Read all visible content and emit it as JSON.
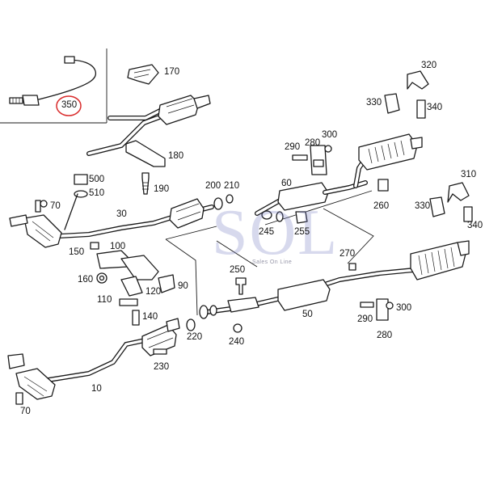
{
  "watermark": {
    "brand": "SOL",
    "tagline": "Sales On Line",
    "color": "#6e78be"
  },
  "highlight_color": "#d92b2b",
  "callouts": [
    {
      "id": "350",
      "label": "350",
      "highlighted": true
    },
    {
      "id": "170",
      "label": "170"
    },
    {
      "id": "180",
      "label": "180"
    },
    {
      "id": "190",
      "label": "190"
    },
    {
      "id": "500",
      "label": "500"
    },
    {
      "id": "510",
      "label": "510"
    },
    {
      "id": "70a",
      "label": "70"
    },
    {
      "id": "30",
      "label": "30"
    },
    {
      "id": "150",
      "label": "150"
    },
    {
      "id": "100",
      "label": "100"
    },
    {
      "id": "160",
      "label": "160"
    },
    {
      "id": "120",
      "label": "120"
    },
    {
      "id": "90",
      "label": "90"
    },
    {
      "id": "110",
      "label": "110"
    },
    {
      "id": "140",
      "label": "140"
    },
    {
      "id": "200",
      "label": "200"
    },
    {
      "id": "210",
      "label": "210"
    },
    {
      "id": "60",
      "label": "60"
    },
    {
      "id": "245",
      "label": "245"
    },
    {
      "id": "255",
      "label": "255"
    },
    {
      "id": "290a",
      "label": "290"
    },
    {
      "id": "280a",
      "label": "280"
    },
    {
      "id": "300a",
      "label": "300"
    },
    {
      "id": "320",
      "label": "320"
    },
    {
      "id": "330a",
      "label": "330"
    },
    {
      "id": "340a",
      "label": "340"
    },
    {
      "id": "260",
      "label": "260"
    },
    {
      "id": "310",
      "label": "310"
    },
    {
      "id": "330b",
      "label": "330"
    },
    {
      "id": "340b",
      "label": "340"
    },
    {
      "id": "270",
      "label": "270"
    },
    {
      "id": "250",
      "label": "250"
    },
    {
      "id": "50",
      "label": "50"
    },
    {
      "id": "290b",
      "label": "290"
    },
    {
      "id": "300b",
      "label": "300"
    },
    {
      "id": "280b",
      "label": "280"
    },
    {
      "id": "220",
      "label": "220"
    },
    {
      "id": "240",
      "label": "240"
    },
    {
      "id": "230",
      "label": "230"
    },
    {
      "id": "10",
      "label": "10"
    },
    {
      "id": "70b",
      "label": "70"
    }
  ]
}
